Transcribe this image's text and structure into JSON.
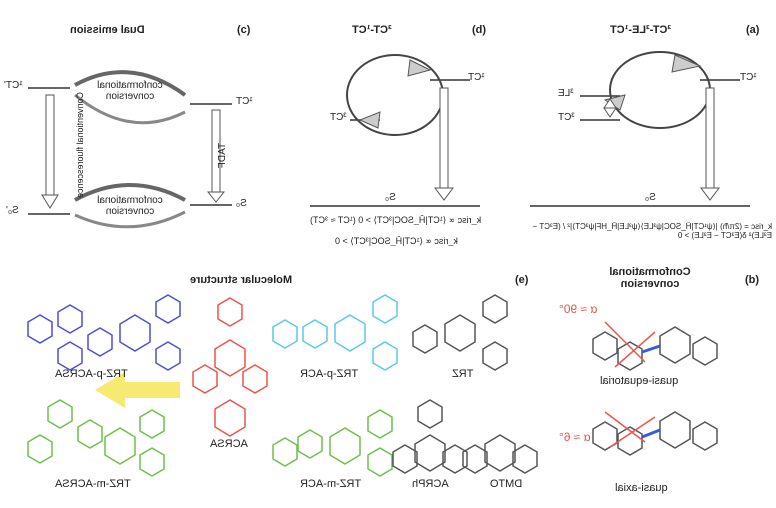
{
  "panels": {
    "a": {
      "letter": "(a)",
      "title": "³CT-³LE-¹CT",
      "s1": "¹CT",
      "le": "³LE",
      "t1": "³CT",
      "s0": "S₀",
      "formula": "k_risc = (2π/ħ) |⟨ψ¹CT|Ĥ_SOC|ψ³LE⟩⟨ψ³LE|Ĥ_HF|ψ³CT⟩|² / (E³CT − E³LE)² δ(E³CT − E³LE) > 0"
    },
    "b": {
      "letter": "(b)",
      "title": "Conformational conversion",
      "angle_top": "α ≈ 90°",
      "angle_bot": "α ≈ 6°",
      "label_top": "quasi-equatorial",
      "label_bot": "quasi-axial"
    },
    "c": {
      "letter": "(c)",
      "title": "Dual emission",
      "ct_left": "¹CT'",
      "ct_right": "¹CT",
      "s0_right": "S₀",
      "s0_left": "S₀'",
      "conv_top": "conformational conversion",
      "conv_bot": "conformational conversion",
      "tadf": "TADF",
      "conv_fluor": "Conventional fluorescence"
    },
    "d": {
      "letter": "(d)",
      "title": "³CT-¹CT",
      "s1": "¹CT",
      "t1": "³CT",
      "s0": "S₀",
      "formula1": "k_risc ∝ ⟨¹CT|Ĥ_SOC|³CT⟩ > 0 (¹CT ≈ ³CT)",
      "formula2": "k_risc ∝ ⟨¹CT|Ĥ_SOC|³CT⟩ > 0"
    },
    "e": {
      "letter": "(e)",
      "title": "Molecular structure"
    }
  },
  "molecules": [
    "TRZ-p-ACRSA",
    "TRZ-p-ACR",
    "TRZ",
    "ACRSA",
    "TRZ-m-ACRSA",
    "TRZ-m-ACR",
    "ACRPh",
    "DMTO"
  ],
  "colors": {
    "blue": "#4a4fd8",
    "cyan": "#5ac8e8",
    "red": "#e8564a",
    "green": "#6cc04a",
    "gray": "#555555",
    "arrow_yellow": "#f5e65a"
  }
}
